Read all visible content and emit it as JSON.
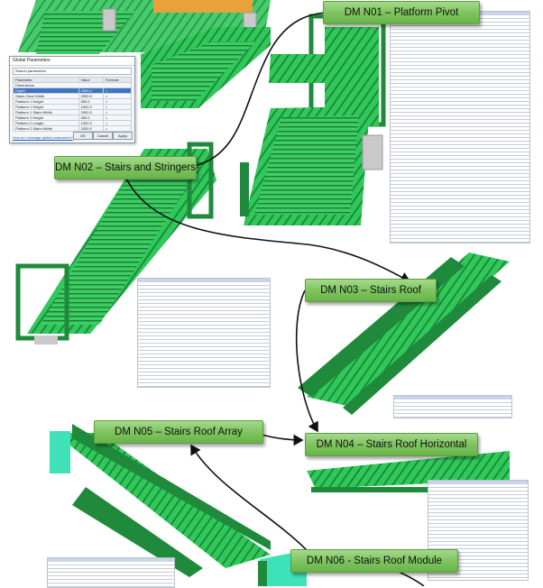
{
  "labels": {
    "n01": "DM N01 – Platform Pivot",
    "n02": "DM N02 – Stairs and Stringers",
    "n03": "DM N03 – Stairs Roof",
    "n04": "DM N04 – Stairs Roof Horizontal",
    "n05": "DM N05 – Stairs Roof Array",
    "n06": "DM N06 - Stairs Roof Module"
  },
  "dialog": {
    "title": "Global Parameters",
    "search": "Search parameters",
    "columns": [
      "Parameter",
      "Value",
      "Formula"
    ],
    "section": "Dimensions",
    "rows": [
      [
        "Depth",
        "2000.0",
        "="
      ],
      [
        "Stairs Clear Width",
        "2000.0",
        "="
      ],
      [
        "Platform 1 Height",
        "500.0",
        "="
      ],
      [
        "Platform 1 Height",
        "1000.0",
        "="
      ],
      [
        "Platform 1 Stairs Width",
        "2000.0",
        "="
      ],
      [
        "Platform 2 Height",
        "500.0",
        "="
      ],
      [
        "Platform 2 Length",
        "1000.0",
        "="
      ],
      [
        "Platform 2 Stairs Width",
        "2000.0",
        "="
      ]
    ],
    "link": "How do I manage global parameters?",
    "ok": "OK",
    "cancel": "Cancel",
    "apply": "Apply"
  },
  "colors": {
    "steel": "#2fc95a",
    "steel_dark": "#1f8a3c",
    "steel_light": "#7ee08c",
    "cyan_beam": "#3fe2b8",
    "concrete": "#c9c9c9",
    "orange": "#e9a23b",
    "label_green": "#7cc35c"
  }
}
